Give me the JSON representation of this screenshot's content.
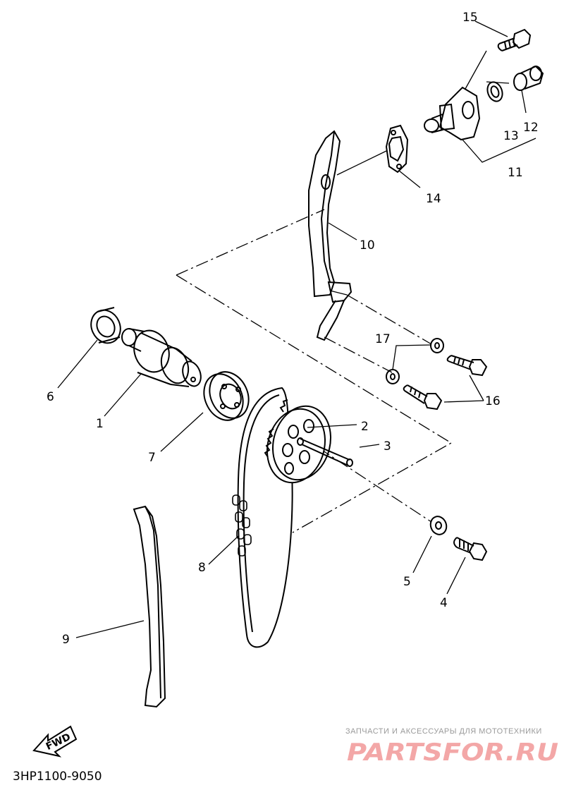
{
  "diagram": {
    "part_labels": [
      "1",
      "2",
      "3",
      "4",
      "5",
      "6",
      "7",
      "8",
      "9",
      "10",
      "11",
      "12",
      "13",
      "14",
      "15",
      "16",
      "17"
    ],
    "fwd_label": "FWD",
    "drawing_code": "3HP1100-9050"
  },
  "watermark": {
    "caption": "ЗАПЧАСТИ И АКСЕССУАРЫ ДЛЯ МОТОТЕХНИКИ",
    "brand": "PARTSFOR.RU"
  }
}
